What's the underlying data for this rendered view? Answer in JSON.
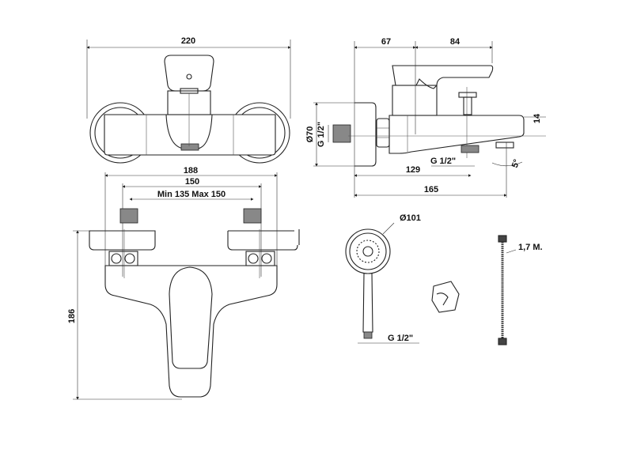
{
  "top_view": {
    "width_label": "220"
  },
  "side_view": {
    "dim_67": "67",
    "dim_84": "84",
    "dim_14": "14",
    "diameter_label": "Ø70",
    "wall_thread_label": "G 1/2\"",
    "outlet_thread_label": "G 1/2\"",
    "dim_129": "129",
    "dim_165": "165",
    "angle_label": "5°"
  },
  "front_view": {
    "dim_188": "188",
    "dim_150": "150",
    "range_label": "Min 135 Max 150",
    "height_label": "186"
  },
  "hand_shower": {
    "diameter_label": "Ø101",
    "thread_label": "G 1/2\""
  },
  "hose": {
    "length_label": "1,7 M."
  }
}
